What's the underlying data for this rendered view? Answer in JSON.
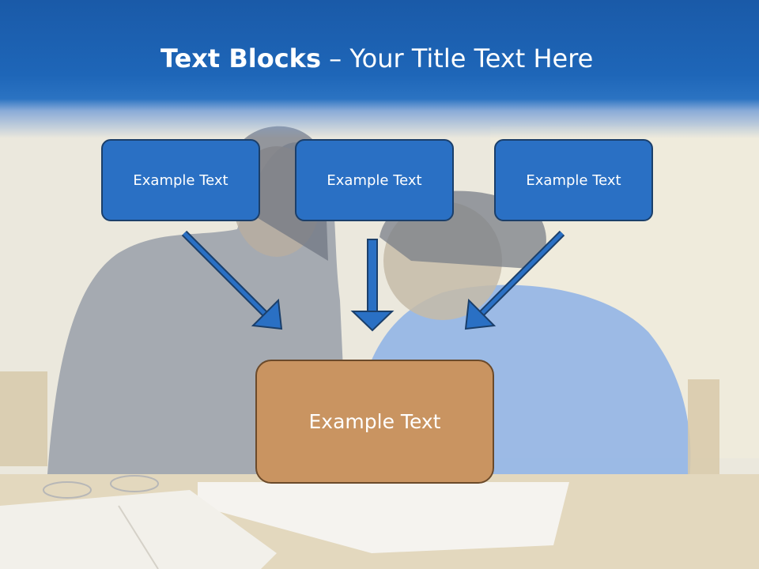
{
  "slide": {
    "title_bold": "Text Blocks",
    "title_rest": " – Your Title Text Here"
  },
  "blocks": {
    "top": [
      "Example Text",
      "Example Text",
      "Example Text"
    ],
    "center": "Example Text"
  },
  "colors": {
    "header_blue": "#1e66b8",
    "block_blue": "#2a70c4",
    "block_border": "#1b3f6a",
    "center_tan": "#c99461",
    "arrow_blue": "#2a70c4"
  },
  "icons": [
    "arrow-down-right",
    "arrow-down",
    "arrow-down-left"
  ]
}
